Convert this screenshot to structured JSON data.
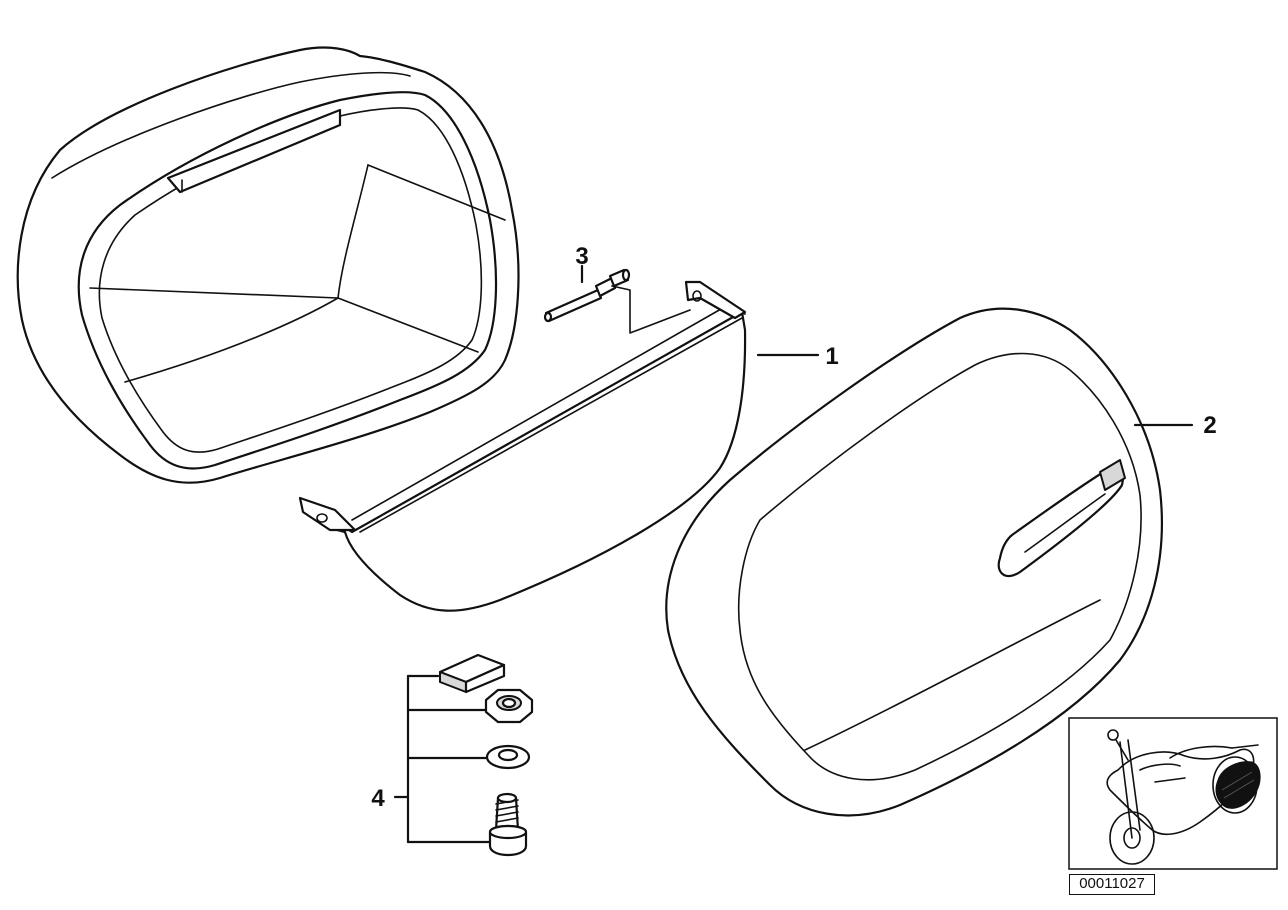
{
  "callouts": {
    "c1": "1",
    "c2": "2",
    "c3": "3",
    "c4": "4"
  },
  "reference_number": "00011027"
}
